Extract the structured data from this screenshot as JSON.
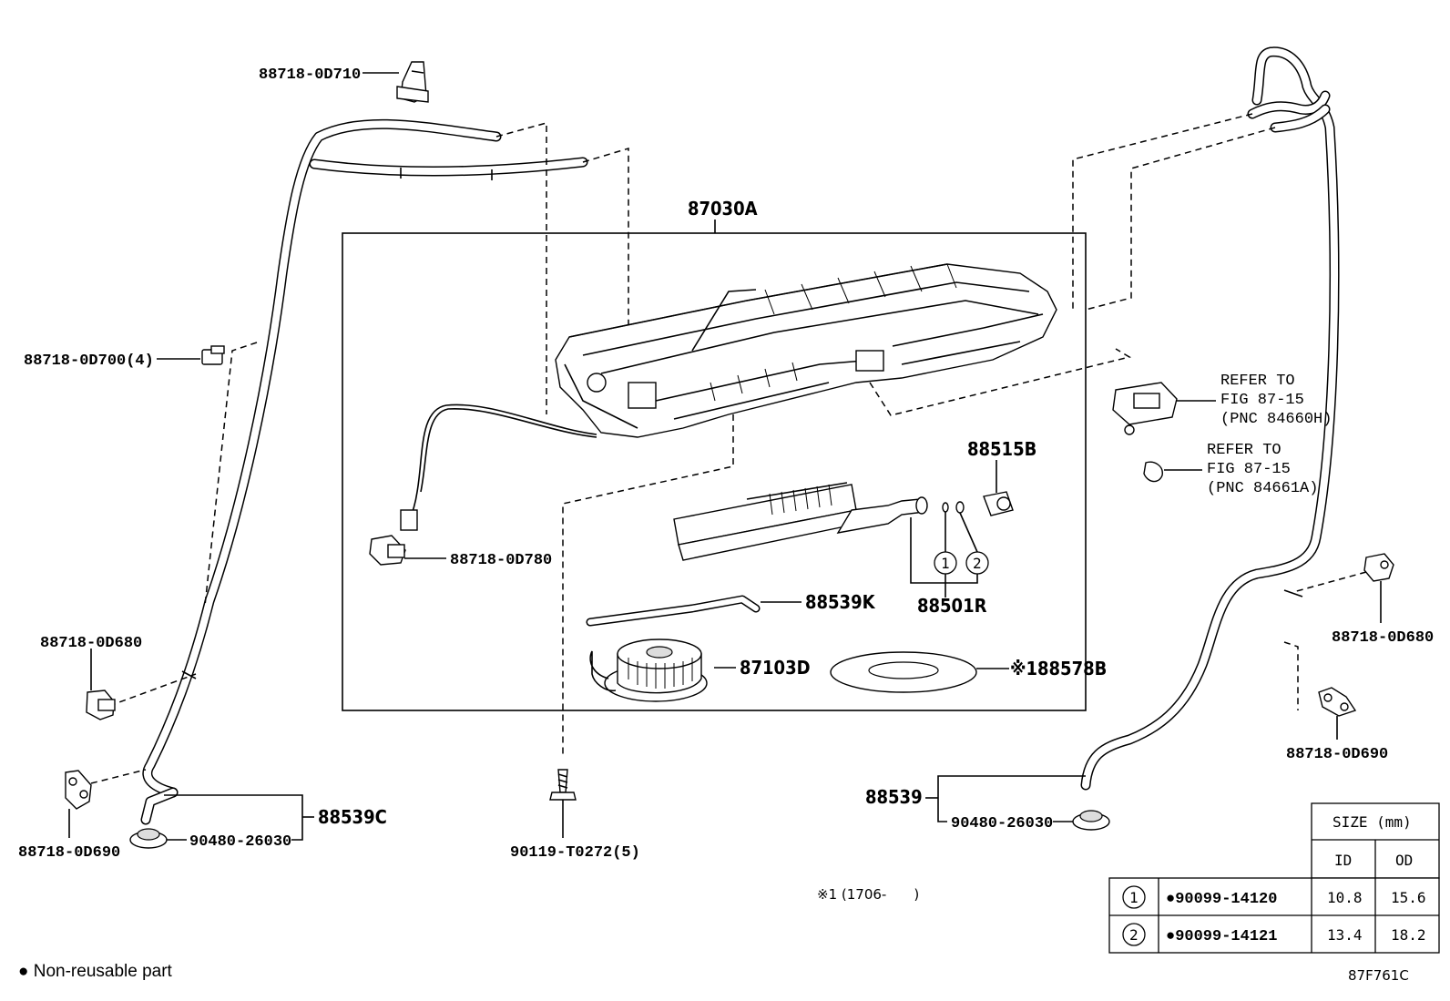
{
  "parts": {
    "hose_clip_top": "88718-0D710",
    "hose_clip_left": "88718-0D700(4)",
    "hose_clip_left_lower": "88718-0D680",
    "hose_clip_left_bottom": "88718-0D690",
    "grommet_left": "90480-26030",
    "hose_left": "88539C",
    "unit_assy": "87030A",
    "connector_clip": "88718-0D780",
    "expansion_valve": "88515B",
    "evaporator_tube": "88539K",
    "oring_kit": "88501R",
    "blower_motor": "87103D",
    "gasket": "※188578B",
    "screw": "90119-T0272(5)",
    "hose_right": "88539",
    "grommet_right": "90480-26030",
    "hose_clip_right": "88718-0D680",
    "hose_clip_right_lower": "88718-0D690"
  },
  "refs": {
    "ref1": [
      "REFER TO",
      "FIG 87-15",
      "(PNC 84660H)"
    ],
    "ref2": [
      "REFER TO",
      "FIG 87-15",
      "(PNC 84661A)"
    ]
  },
  "circles": {
    "c1": "1",
    "c2": "2"
  },
  "size_table": {
    "header": "SIZE (mm)",
    "col_id": "ID",
    "col_od": "OD",
    "rows": [
      {
        "num": "1",
        "part": "●90099-14120",
        "id": "10.8",
        "od": "15.6"
      },
      {
        "num": "2",
        "part": "●90099-14121",
        "id": "13.4",
        "od": "18.2"
      }
    ]
  },
  "note": "※1 (1706-　　)",
  "legend": "● Non-reusable part",
  "figure_code": "87F761C"
}
